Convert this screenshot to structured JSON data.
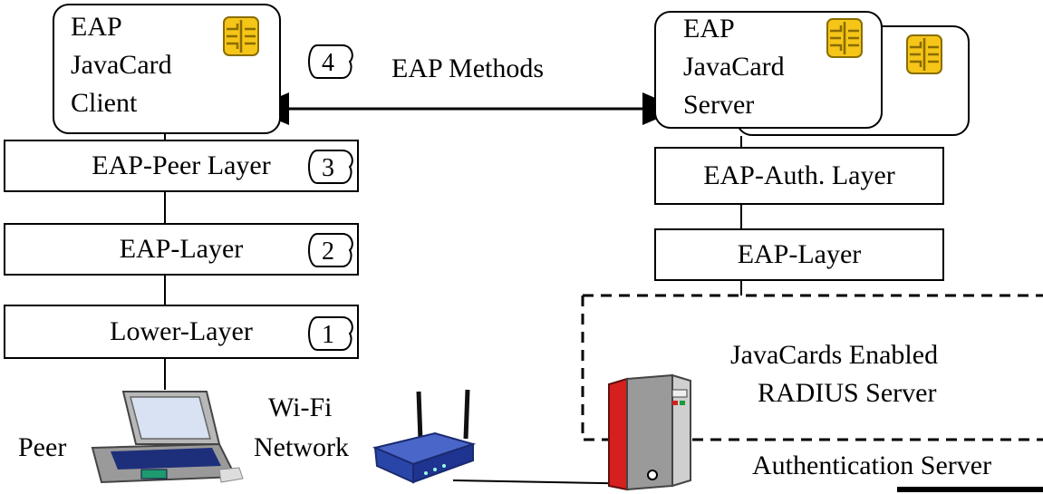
{
  "client_card": {
    "lines": [
      "EAP",
      "JavaCard",
      "Client"
    ],
    "icon": "smart-card-chip-icon"
  },
  "server_card": {
    "lines": [
      "EAP",
      "JavaCard",
      "Server"
    ],
    "icon": "smart-card-chip-icon"
  },
  "peer_stack": {
    "layers": [
      "EAP-Peer Layer",
      "EAP-Layer",
      "Lower-Layer"
    ],
    "markers": [
      "4",
      "3",
      "2",
      "1"
    ]
  },
  "server_stack": {
    "layers": [
      "EAP-Auth. Layer",
      "EAP-Layer"
    ]
  },
  "methods_label": "EAP Methods",
  "radius_label": [
    "JavaCards Enabled",
    "RADIUS Server"
  ],
  "auth_server_label": "Authentication Server",
  "peer_label": "Peer",
  "network_label": [
    "Wi-Fi",
    "Network"
  ],
  "colors": {
    "chip": "#f5c518",
    "chip_stroke": "#8a6d00",
    "server_red": "#d62020",
    "server_gray": "#9a9a9a",
    "router": "#2a45a8",
    "laptop": "#9a9a9a"
  }
}
